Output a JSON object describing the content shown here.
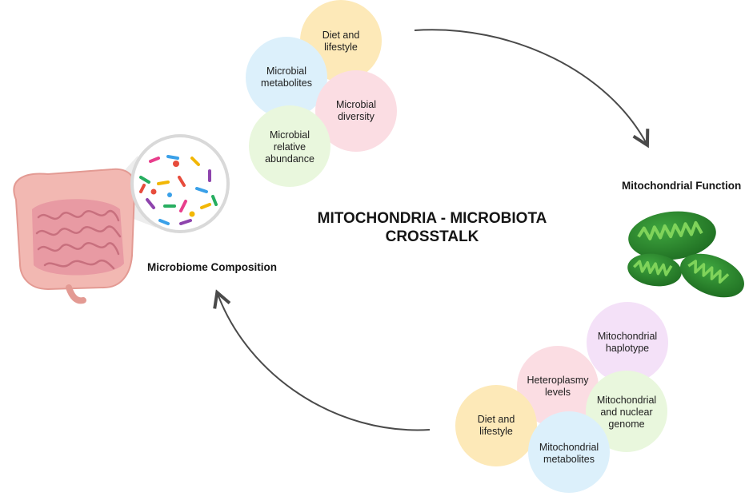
{
  "title": "MITOCHONDRIA - MICROBIOTA\nCROSSTALK",
  "sections": {
    "mitochondrial_function": "Mitochondrial Function",
    "microbiome_composition": "Microbiome Composition"
  },
  "top_cluster": [
    {
      "label": "Diet and\nlifestyle",
      "color": "#fde9b8"
    },
    {
      "label": "Microbial\nmetabolites",
      "color": "#dcf0fb"
    },
    {
      "label": "Microbial\ndiversity",
      "color": "#fbdde3"
    },
    {
      "label": "Microbial\nrelative\nabundance",
      "color": "#e9f7dd"
    }
  ],
  "bottom_cluster": [
    {
      "label": "Mitochondrial\nhaplotype",
      "color": "#f4e1f8"
    },
    {
      "label": "Heteroplasmy\nlevels",
      "color": "#fbdde3"
    },
    {
      "label": "Mitochondrial\nand nuclear\ngenome",
      "color": "#e9f7dd"
    },
    {
      "label": "Diet and\nlifestyle",
      "color": "#fde9b8"
    },
    {
      "label": "Mitochondrial\nmetabolites",
      "color": "#dcf0fb"
    }
  ],
  "colors": {
    "arrow": "#4a4a4a",
    "intestine": "#e89aa3",
    "colon": "#f2b8b2",
    "mito_outer": "#2e8b2e",
    "mito_inner": "#7fd35a"
  }
}
